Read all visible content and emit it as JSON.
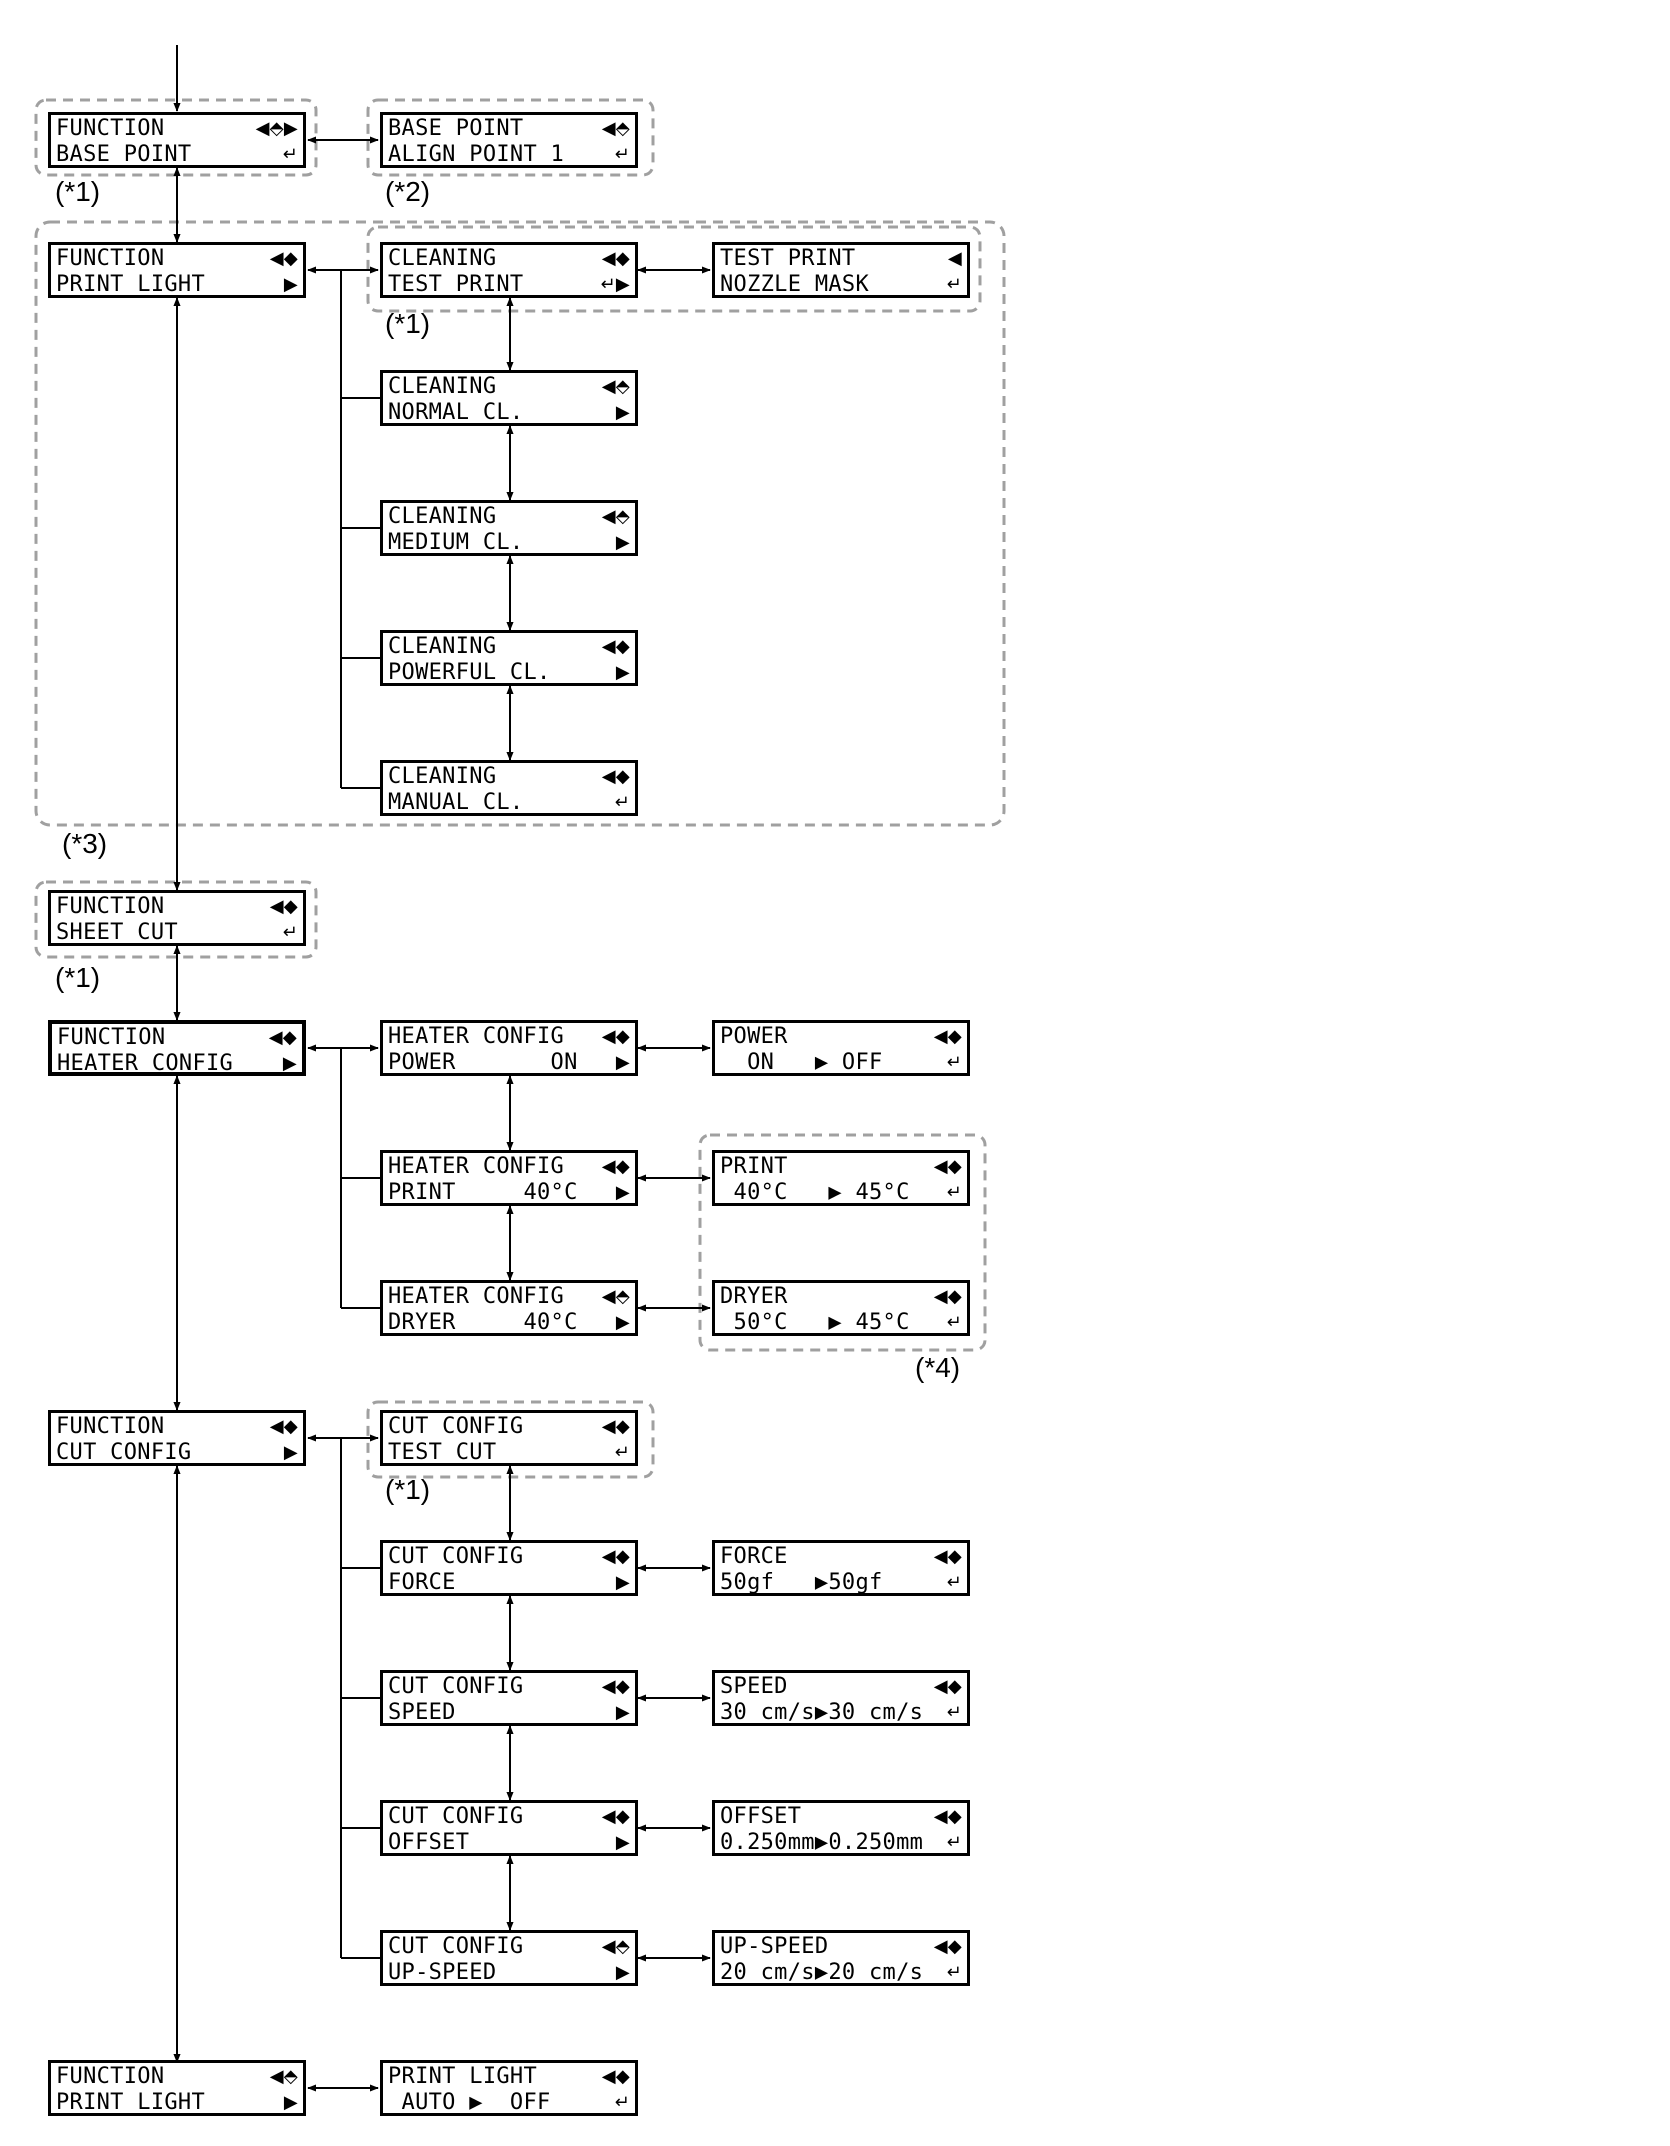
{
  "notes": {
    "n1": "(*1)",
    "n2": "(*2)",
    "n3": "(*3)",
    "n4": "(*4)"
  },
  "lcd": {
    "fn_base": {
      "line1": "FUNCTION",
      "line2": "BASE POINT",
      "ind1": "◀⬘▶",
      "ind2": "↵"
    },
    "bp_align": {
      "line1": "BASE POINT",
      "line2": "ALIGN POINT 1",
      "ind1": "◀⬘",
      "ind2": "↵"
    },
    "fn_print_light_a": {
      "line1": "FUNCTION",
      "line2": "PRINT LIGHT",
      "ind1": "◀◆",
      "ind2": "▶"
    },
    "cl_test": {
      "line1": "CLEANING",
      "line2": "TEST PRINT",
      "ind1": "◀◆",
      "ind2": "↵▶"
    },
    "tp_nozzle": {
      "line1": "TEST PRINT",
      "line2": "NOZZLE MASK",
      "ind1": "◀",
      "ind2": "↵"
    },
    "cl_normal": {
      "line1": "CLEANING",
      "line2": "NORMAL CL.",
      "ind1": "◀⬘",
      "ind2": "▶"
    },
    "cl_medium": {
      "line1": "CLEANING",
      "line2": "MEDIUM CL.",
      "ind1": "◀⬘",
      "ind2": "▶"
    },
    "cl_powerful": {
      "line1": "CLEANING",
      "line2": "POWERFUL CL.",
      "ind1": "◀◆",
      "ind2": "▶"
    },
    "cl_manual": {
      "line1": "CLEANING",
      "line2": "MANUAL CL.",
      "ind1": "◀◆",
      "ind2": "↵"
    },
    "fn_sheet": {
      "line1": "FUNCTION",
      "line2": "SHEET CUT",
      "ind1": "◀◆",
      "ind2": "↵"
    },
    "fn_heater": {
      "line1": "FUNCTION",
      "line2": "HEATER CONFIG",
      "ind1": "◀◆",
      "ind2": "▶"
    },
    "hc_power": {
      "line1": "HEATER CONFIG",
      "line2": "POWER       ON",
      "ind1": "◀◆",
      "ind2": "▶"
    },
    "power_val": {
      "line1": "POWER",
      "line2": "  ON   ▶ OFF",
      "ind1": "◀◆",
      "ind2": "↵"
    },
    "hc_print": {
      "line1": "HEATER CONFIG",
      "line2": "PRINT     40°C",
      "ind1": "◀◆",
      "ind2": "▶"
    },
    "print_val": {
      "line1": "PRINT",
      "line2": " 40°C   ▶ 45°C",
      "ind1": "◀◆",
      "ind2": "↵"
    },
    "hc_dryer": {
      "line1": "HEATER CONFIG",
      "line2": "DRYER     40°C",
      "ind1": "◀⬘",
      "ind2": "▶"
    },
    "dryer_val": {
      "line1": "DRYER",
      "line2": " 50°C   ▶ 45°C",
      "ind1": "◀◆",
      "ind2": "↵"
    },
    "fn_cut": {
      "line1": "FUNCTION",
      "line2": "CUT CONFIG",
      "ind1": "◀◆",
      "ind2": "▶"
    },
    "cc_test": {
      "line1": "CUT CONFIG",
      "line2": "TEST CUT",
      "ind1": "◀◆",
      "ind2": "↵"
    },
    "cc_force": {
      "line1": "CUT CONFIG",
      "line2": "FORCE",
      "ind1": "◀◆",
      "ind2": "▶"
    },
    "force_val": {
      "line1": "FORCE",
      "line2": "50gf   ▶50gf",
      "ind1": "◀◆",
      "ind2": "↵"
    },
    "cc_speed": {
      "line1": "CUT CONFIG",
      "line2": "SPEED",
      "ind1": "◀◆",
      "ind2": "▶"
    },
    "speed_val": {
      "line1": "SPEED",
      "line2": "30 cm/s▶30 cm/s",
      "ind1": "◀◆",
      "ind2": "↵"
    },
    "cc_offset": {
      "line1": "CUT CONFIG",
      "line2": "OFFSET",
      "ind1": "◀◆",
      "ind2": "▶"
    },
    "offset_val": {
      "line1": "OFFSET",
      "line2": "0.250mm▶0.250mm",
      "ind1": "◀◆",
      "ind2": "↵"
    },
    "cc_upspeed": {
      "line1": "CUT CONFIG",
      "line2": "UP-SPEED",
      "ind1": "◀⬘",
      "ind2": "▶"
    },
    "upspeed_val": {
      "line1": "UP-SPEED",
      "line2": "20 cm/s▶20 cm/s",
      "ind1": "◀◆",
      "ind2": "↵"
    },
    "fn_print_light_b": {
      "line1": "FUNCTION",
      "line2": "PRINT LIGHT",
      "ind1": "◀⬘",
      "ind2": "▶"
    },
    "pl_val": {
      "line1": "PRINT LIGHT",
      "line2": " AUTO ▶  OFF",
      "ind1": "◀◆",
      "ind2": "↵"
    }
  }
}
